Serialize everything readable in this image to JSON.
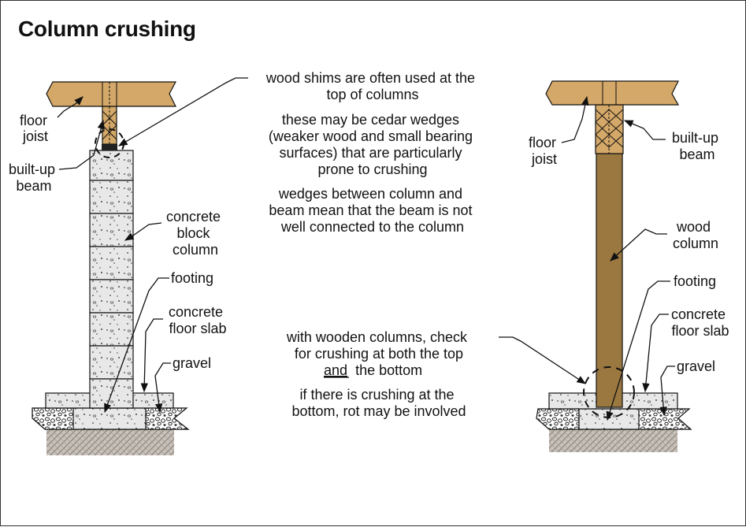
{
  "title": "Column crushing",
  "labels": {
    "left_floor_joist": [
      "floor",
      "joist"
    ],
    "left_built_up_beam": [
      "built-up",
      "beam"
    ],
    "concrete_block_column": [
      "concrete",
      "block",
      "column"
    ],
    "left_footing": "footing",
    "left_concrete_floor_slab": [
      "concrete",
      "floor slab"
    ],
    "left_gravel": "gravel",
    "right_floor_joist": [
      "floor",
      "joist"
    ],
    "right_built_up_beam": [
      "built-up",
      "beam"
    ],
    "wood_column": [
      "wood",
      "column"
    ],
    "right_footing": "footing",
    "right_concrete_floor_slab": [
      "concrete",
      "floor slab"
    ],
    "right_gravel": "gravel"
  },
  "notes": {
    "shims": [
      "wood shims are often used at the",
      "top of columns"
    ],
    "cedar": [
      "these may be cedar wedges",
      "(weaker wood and small bearing",
      "surfaces) that are particularly",
      "prone to crushing"
    ],
    "wedges": [
      "wedges between column and",
      "beam mean that the beam is not",
      "well connected to the column"
    ],
    "wooden_check": [
      "with wooden columns, check",
      "for crushing at both the top",
      "the bottom"
    ],
    "wooden_check_underlined": "and",
    "rot": [
      "if there is crushing at the",
      "bottom, rot may be involved"
    ]
  },
  "colors": {
    "wood_joist": "#d4a868",
    "wood_column": "#9a7840",
    "concrete": "#e6e6e6",
    "ground": "#c8c0b8",
    "outline": "#111111"
  }
}
